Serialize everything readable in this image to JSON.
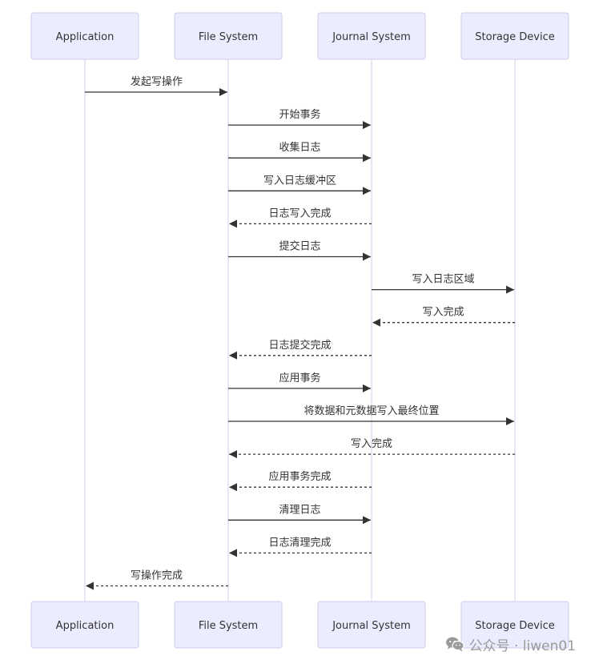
{
  "participants": [
    {
      "id": "app",
      "label": "Application"
    },
    {
      "id": "fs",
      "label": "File System"
    },
    {
      "id": "js",
      "label": "Journal System"
    },
    {
      "id": "sd",
      "label": "Storage Device"
    }
  ],
  "messages": [
    {
      "from": "app",
      "to": "fs",
      "text": "发起写操作",
      "style": "solid"
    },
    {
      "from": "fs",
      "to": "js",
      "text": "开始事务",
      "style": "solid"
    },
    {
      "from": "fs",
      "to": "js",
      "text": "收集日志",
      "style": "solid"
    },
    {
      "from": "fs",
      "to": "js",
      "text": "写入日志缓冲区",
      "style": "solid"
    },
    {
      "from": "js",
      "to": "fs",
      "text": "日志写入完成",
      "style": "dashed"
    },
    {
      "from": "fs",
      "to": "js",
      "text": "提交日志",
      "style": "solid"
    },
    {
      "from": "js",
      "to": "sd",
      "text": "写入日志区域",
      "style": "solid"
    },
    {
      "from": "sd",
      "to": "js",
      "text": "写入完成",
      "style": "dashed"
    },
    {
      "from": "js",
      "to": "fs",
      "text": "日志提交完成",
      "style": "dashed"
    },
    {
      "from": "fs",
      "to": "js",
      "text": "应用事务",
      "style": "solid"
    },
    {
      "from": "fs",
      "to": "sd",
      "text": "将数据和元数据写入最终位置",
      "style": "solid"
    },
    {
      "from": "sd",
      "to": "fs",
      "text": "写入完成",
      "style": "dashed"
    },
    {
      "from": "js",
      "to": "fs",
      "text": "应用事务完成",
      "style": "dashed"
    },
    {
      "from": "fs",
      "to": "js",
      "text": "清理日志",
      "style": "solid"
    },
    {
      "from": "js",
      "to": "fs",
      "text": "日志清理完成",
      "style": "dashed"
    },
    {
      "from": "fs",
      "to": "app",
      "text": "写操作完成",
      "style": "dashed"
    }
  ],
  "watermark": {
    "icon": "wechat-icon",
    "text": "公众号 · liwen01"
  },
  "colors": {
    "actor_fill": "#ececff",
    "actor_border": "#ccccee",
    "lifeline": "#d7d7ef",
    "arrow": "#333333",
    "text": "#333333",
    "watermark": "#9a9a9a"
  }
}
